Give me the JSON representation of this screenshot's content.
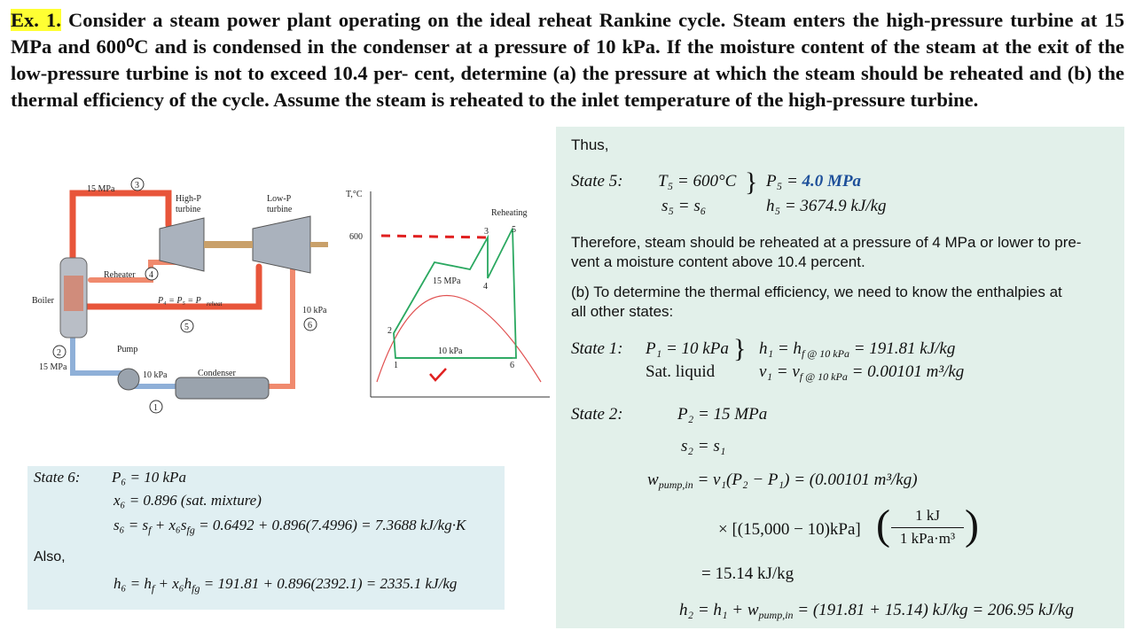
{
  "problem": {
    "label": "Ex. 1.",
    "text": " Consider a steam power plant operating on the ideal reheat Rankine cycle. Steam enters the high-pressure turbine at 15 MPa and 600⁰C and is condensed in the condenser at a pressure of 10 kPa. If the moisture content of the steam at the exit of the low-pressure turbine is not to exceed 10.4 per- cent, determine (a) the pressure at which the steam should be reheated and (b) the thermal efficiency of the cycle. Assume the steam is reheated to the inlet temperature of the high-pressure turbine."
  },
  "schematic": {
    "label_15mpa_top": "15 MPa",
    "label_hp": "High-P",
    "label_hp2": "turbine",
    "label_lp": "Low-P",
    "label_lp2": "turbine",
    "label_reheater": "Reheater",
    "label_boiler": "Boiler",
    "label_preheat": "P₄ = P₅ = P",
    "label_preheat_sub": "reheat",
    "label_10kpa_right": "10 kPa",
    "label_pump": "Pump",
    "label_15mpa_left": "15 MPa",
    "label_10kpa_bottom": "10 kPa",
    "label_condenser": "Condenser",
    "states": [
      "1",
      "2",
      "3",
      "4",
      "5",
      "6"
    ]
  },
  "ts_diagram": {
    "yaxis": "T,°C",
    "tick_600": "600",
    "label_reheating": "Reheating",
    "label_15mpa": "15 MPa",
    "label_10kpa": "10 kPa",
    "points": [
      "1",
      "2",
      "3",
      "4",
      "5",
      "6"
    ]
  },
  "right": {
    "thus": "Thus,",
    "state5_label": "State 5:",
    "state5_t": "T₅ = 600°C",
    "state5_s": "s₅ = s₆",
    "state5_p_lhs": "P₅ = ",
    "state5_p_val": "4.0 MPa",
    "state5_h": "h₅ = 3674.9 kJ/kg",
    "therefore": "Therefore, steam should be reheated at a pressure of 4 MPa or lower to pre-",
    "therefore2": "vent a moisture content above 10.4 percent.",
    "part_b": "(b) To determine the thermal efficiency, we need to know the enthalpies at",
    "part_b2": "all other states:",
    "state1_label": "State 1:",
    "state1_p": "P₁ = 10 kPa",
    "state1_sat": "Sat. liquid",
    "state1_h": "h₁ = h",
    "state1_h_sub": "f @ 10 kPa",
    "state1_h_val": " = 191.81 kJ/kg",
    "state1_v": "v₁ = v",
    "state1_v_sub": "f @ 10 kPa",
    "state1_v_val": " = 0.00101 m³/kg",
    "state2_label": "State 2:",
    "state2_p": "P₂ = 15 MPa",
    "state2_s": "s₂ = s₁",
    "wpump_lhs": "w",
    "wpump_sub": "pump,in",
    "wpump_rhs": " = v₁(P₂ − P₁) = (0.00101 m³/kg)",
    "wpump_line2": "× [(15,000 − 10)kPa]",
    "frac_num": "1 kJ",
    "frac_den": "1 kPa·m³",
    "wpump_result": "= 15.14 kJ/kg",
    "h2_lhs": "h₂ = h₁ + w",
    "h2_sub": "pump,in",
    "h2_rhs": " = (191.81 + 15.14) kJ/kg = 206.95 kJ/kg"
  },
  "left": {
    "state6_label": "State 6:",
    "p6": "P₆ = 10 kPa",
    "x6": "x₆ = 0.896   (sat. mixture)",
    "s6": "s₆ = s",
    "s6_rest": " + x₆s",
    "s6_val": " = 0.6492 + 0.896(7.4996) = 7.3688 kJ/kg·K",
    "also": "Also,",
    "h6": "h₆ = h",
    "h6_rest": " + x₆h",
    "h6_val": " = 191.81 + 0.896(2392.1) = 2335.1 kJ/kg",
    "sub_f": "f",
    "sub_fg": "fg"
  },
  "colors": {
    "highlight": "#ffff33",
    "right_panel": "#e2f0ea",
    "left_panel": "#e0eff2",
    "blue": "#1d4f9a",
    "red_annotation": "#e02020",
    "steam_pipe": "#e8553a",
    "water_pipe": "#8fb0d8",
    "cycle_line": "#2aa860"
  }
}
